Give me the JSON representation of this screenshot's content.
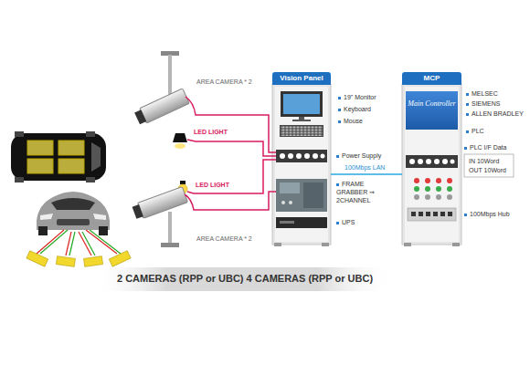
{
  "diagram": {
    "caption": "2 CAMERAS (RPP or UBC) 4 CAMERAS (RPP or UBC)",
    "nodes": [
      {
        "text": [
          "AREA CAMERA * 2"
        ]
      },
      {
        "text": [
          "LED LIGHT"
        ]
      },
      {
        "text": [
          "LED LIGHT"
        ]
      },
      {
        "text": [
          "AREA CAMERA * 2"
        ]
      },
      {
        "text": [
          "Vision Panel"
        ]
      },
      {
        "text": [
          "19\" Monitor",
          "Keyboard",
          "Mouse"
        ],
        "in": 4
      },
      {
        "text": [
          "Power Supply"
        ],
        "in": 4
      },
      {
        "text": [
          "FRAME GRABBER ⇒ 2CHANNEL"
        ],
        "in": 4
      },
      {
        "text": [
          "UPS"
        ],
        "in": 4
      },
      {
        "text": [
          "MCP"
        ]
      },
      {
        "text": [
          "Main Controller"
        ],
        "in": 9
      },
      {
        "text": [
          "PLC I/F Data",
          "IN 10Word",
          "OUT 10Word"
        ]
      },
      {
        "text": [
          "100Mbps Hub"
        ],
        "in": 9
      }
    ],
    "edges": [
      {
        "from": 0,
        "to": 6,
        "arrow": "none"
      },
      {
        "from": 1,
        "to": 6,
        "arrow": "none"
      },
      {
        "from": 2,
        "to": 6,
        "arrow": "none"
      },
      {
        "from": 3,
        "to": 7,
        "arrow": "none"
      },
      {
        "from": 4,
        "to": 9,
        "label": "100Mbps LAN",
        "arrow": "none"
      }
    ],
    "labels": [
      "MELSEC",
      "SIEMENS",
      "ALLEN BRADLEY",
      "PLC"
    ]
  }
}
